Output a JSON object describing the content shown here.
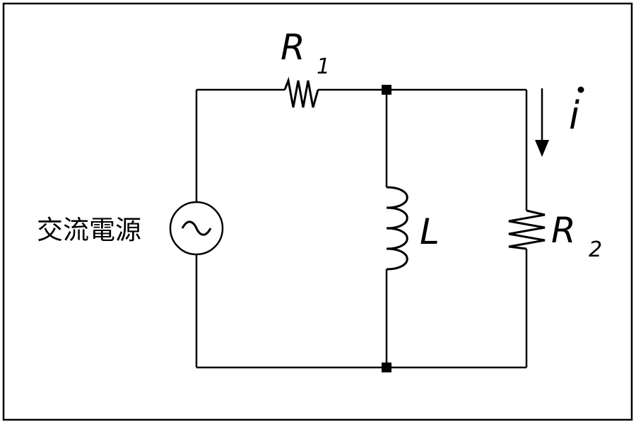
{
  "labels": {
    "r1_main": "R",
    "r1_sub": "1",
    "r2_main": "R",
    "r2_sub": "2",
    "inductor": "L",
    "current": "i",
    "source": "交流電源",
    "source_symbol": "~"
  },
  "colors": {
    "line": "#000000",
    "background": "#ffffff"
  }
}
